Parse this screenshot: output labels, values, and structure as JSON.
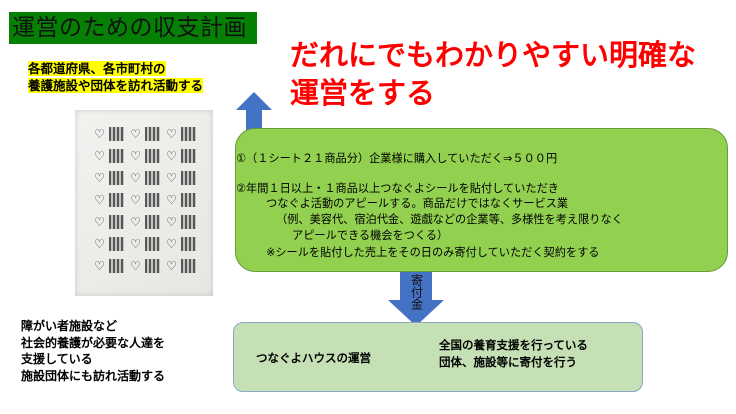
{
  "title": "運営のための収支計画",
  "visit_note": [
    "各都道府県、各市町村の",
    "養護施設や団体を訪れ活動する"
  ],
  "headline": [
    "だれにでもわかりやすい明確な",
    "運営をする"
  ],
  "plan": {
    "line1": "①（１シート２１商品分）企業様に購入していただく⇒５００円",
    "line2": "②年間１日以上・１商品以上つなぐよシールを貼付していただき",
    "line3": "つなぐよ活動のアピールする。商品だけではなくサービス業",
    "line4": "（例、美容代、宿泊代金、遊戯などの企業等、多様性を考え限りなく",
    "line5": "アピールできる機会をつくる）",
    "line6": "※シールを貼付した売上をその日のみ寄付していただく契約をする"
  },
  "arrow_label": "寄付金",
  "bottom": {
    "left": "つなぐよハウスの運営",
    "right": [
      "全国の養育支援を行っている",
      "団体、施設等に寄付を行う"
    ]
  },
  "left_text": [
    "障がい者施設など",
    "社会的養護が必要な人達を",
    "支援している",
    "施設団体にも訪れ活動する"
  ],
  "colors": {
    "title_bg": "#058005",
    "headline": "#ff0000",
    "plan_bg": "#92d050",
    "bottom_bg": "#c5e0b4",
    "arrow": "#4472c4",
    "highlight": "#ffff00"
  }
}
